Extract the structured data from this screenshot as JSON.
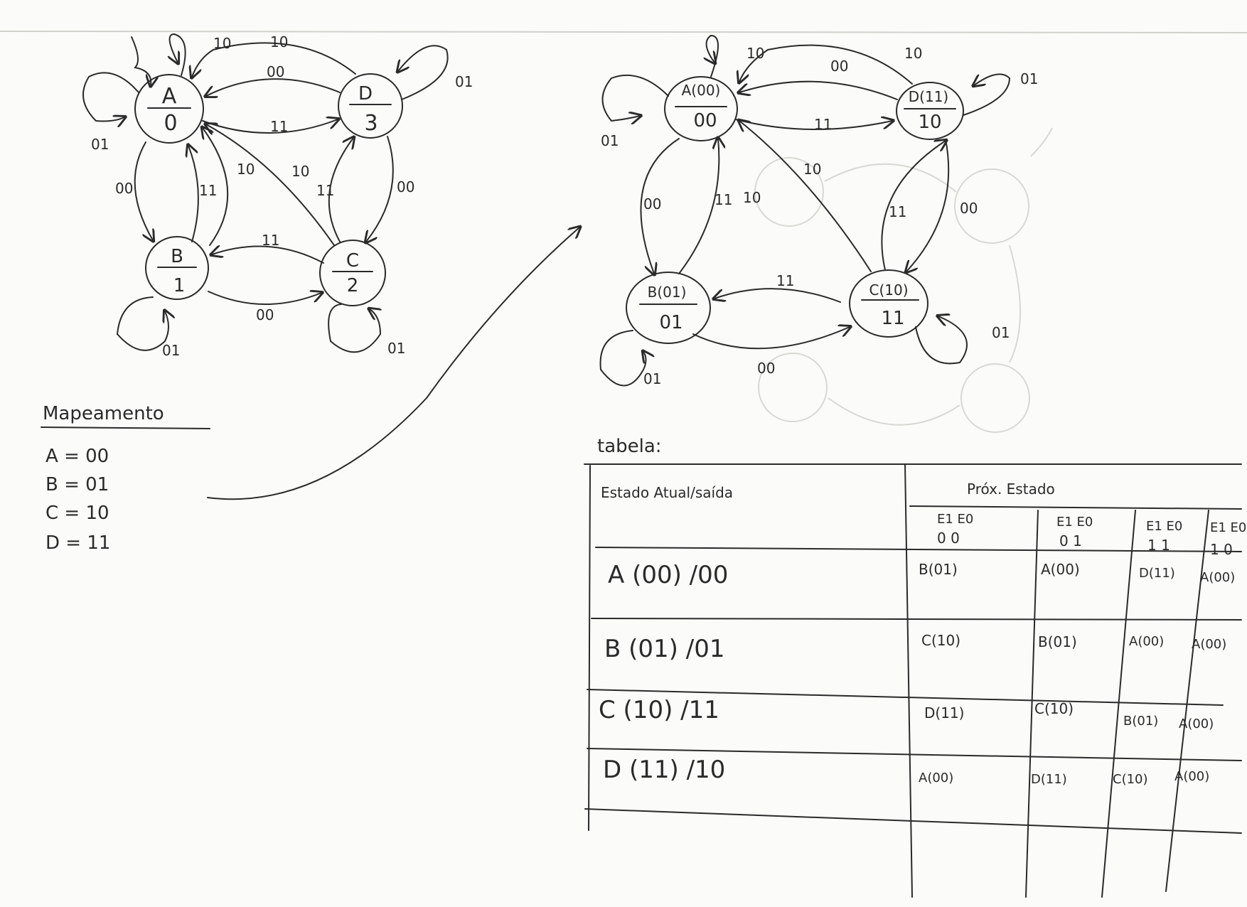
{
  "left_diagram": {
    "states": [
      {
        "name": "A",
        "value": "0"
      },
      {
        "name": "B",
        "value": "1"
      },
      {
        "name": "C",
        "value": "2"
      },
      {
        "name": "D",
        "value": "3"
      }
    ],
    "edge_labels": {
      "a_self_top": "10",
      "a_self_left": "01",
      "d_to_a_top": "10",
      "d_to_a": "00",
      "a_to_d": "11",
      "a_to_b": "00",
      "b_to_a": "11",
      "b_to_a_2": "10",
      "c_to_a": "10",
      "d_self": "01",
      "d_to_c": "00",
      "c_to_d": "11",
      "c_to_b": "11",
      "b_to_c": "00",
      "b_self": "01",
      "c_self": "01"
    }
  },
  "right_diagram": {
    "states": [
      {
        "name": "A(00)",
        "value": "00"
      },
      {
        "name": "B(01)",
        "value": "01"
      },
      {
        "name": "C(10)",
        "value": "11"
      },
      {
        "name": "D(11)",
        "value": "10"
      }
    ],
    "edge_labels": {
      "a_self_top": "10",
      "a_self_left": "01",
      "d_to_a": "00",
      "d_to_a_top": "10",
      "a_to_d": "11",
      "a_to_b": "00",
      "b_to_a": "11",
      "b_to_a_2": "10",
      "c_to_a": "10",
      "d_self": "01",
      "d_to_c": "00",
      "c_to_d": "11",
      "c_to_b": "11",
      "b_to_c": "00",
      "b_self": "01",
      "c_self": "01"
    }
  },
  "mapping": {
    "title": "Mapeamento",
    "rows": [
      "A = 00",
      "B = 01",
      "C = 10",
      "D = 11"
    ]
  },
  "table": {
    "title": "tabela:",
    "col_current": "Estado Atual/saída",
    "col_next": "Próx. Estado",
    "input_headers": [
      {
        "vars": "E1 E0",
        "value": "0 0"
      },
      {
        "vars": "E1 E0",
        "value": "0 1"
      },
      {
        "vars": "E1 E0",
        "value": "1 1"
      },
      {
        "vars": "E1 E0",
        "value": "1 0"
      }
    ],
    "rows": [
      {
        "state": "A (00) /00",
        "next": [
          "B(01)",
          "A(00)",
          "D(11)",
          "A(00)"
        ]
      },
      {
        "state": "B (01) /01",
        "next": [
          "C(10)",
          "B(01)",
          "A(00)",
          "A(00)"
        ]
      },
      {
        "state": "C (10) /11",
        "next": [
          "D(11)",
          "C(10)",
          "B(01)",
          "A(00)"
        ]
      },
      {
        "state": "D (11) /10",
        "next": [
          "A(00)",
          "D(11)",
          "C(10)",
          "A(00)"
        ]
      }
    ]
  }
}
